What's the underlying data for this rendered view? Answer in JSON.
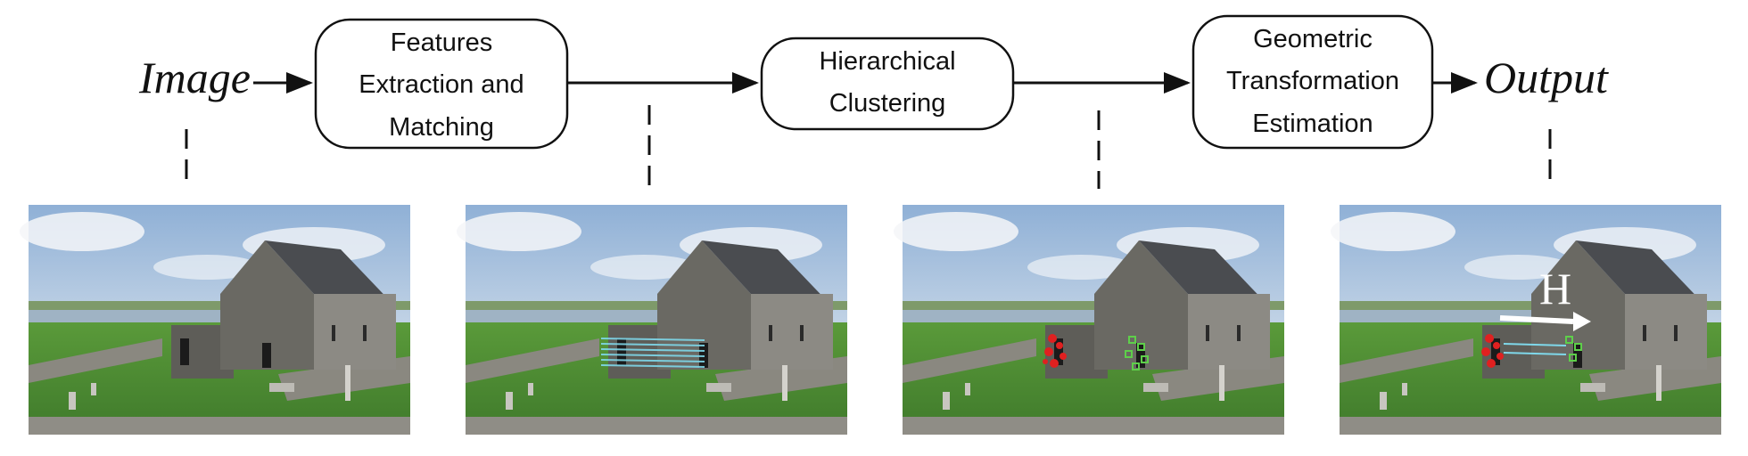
{
  "input_label": "Image",
  "output_label": "Output",
  "steps": [
    {
      "lines": [
        "Features",
        "Extraction and",
        "Matching"
      ]
    },
    {
      "lines": [
        "Hierarchical",
        "Clustering"
      ]
    },
    {
      "lines": [
        "Geometric",
        "Transformation",
        "Estimation"
      ]
    }
  ],
  "transform_symbol": "H",
  "colors": {
    "sky": "#b9cde3",
    "grass": "#4f8a34",
    "stone": "#6f6e68",
    "roof": "#4a4c50",
    "match_lines": "#7fd8ea",
    "cluster_red": "#e02020",
    "cluster_green": "#5ecf4a"
  }
}
